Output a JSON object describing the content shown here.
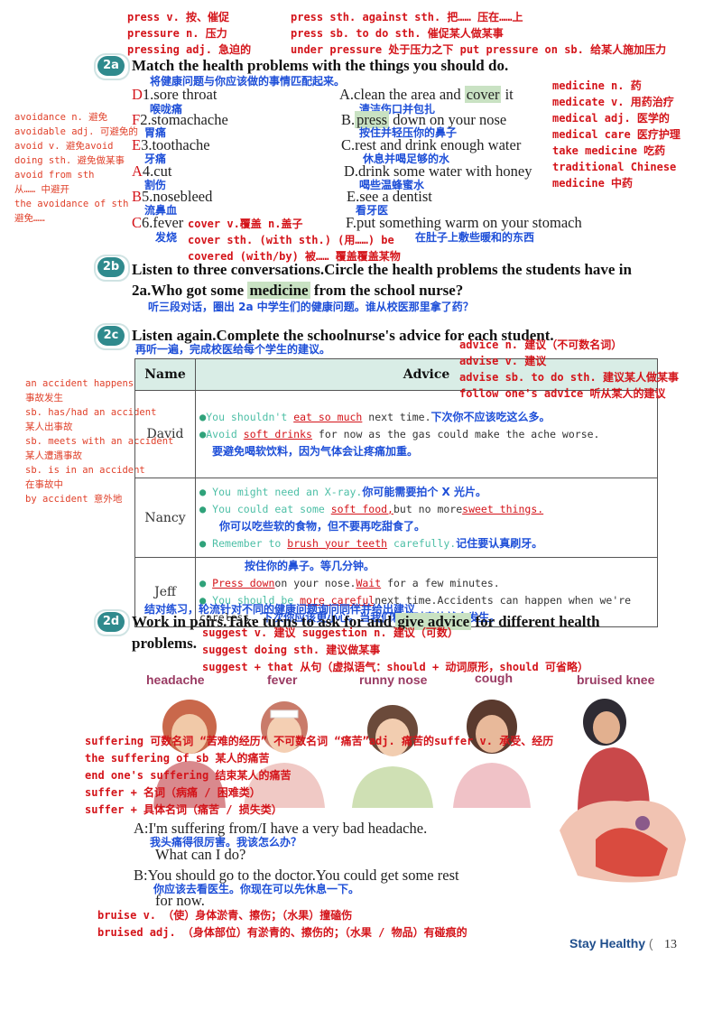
{
  "top_notes": {
    "left": [
      "press v. 按、催促",
      "pressure n. 压力",
      "pressing adj. 急迫的"
    ],
    "right": [
      "press sth. against sth. 把…… 压在……上",
      "press sb. to do sth. 催促某人做某事",
      "under pressure 处于压力之下 put pressure on sb. 给某人施加压力"
    ]
  },
  "sec2a": {
    "badge": "2a",
    "title": "Match the health problems with the things you should do.",
    "title_cn": "将健康问题与你应该做的事情匹配起来。",
    "problems": [
      {
        "answer": "D",
        "text": "1.sore throat",
        "cn": "喉咙痛"
      },
      {
        "answer": "F",
        "text": "2.stomachache",
        "cn": "胃痛"
      },
      {
        "answer": "E",
        "text": "3.toothache",
        "cn": "牙痛"
      },
      {
        "answer": "A",
        "text": "4.cut",
        "cn": "割伤"
      },
      {
        "answer": "B",
        "text": "5.nosebleed",
        "cn": "流鼻血"
      },
      {
        "answer": "C",
        "text": "6.fever",
        "cn": "发烧"
      }
    ],
    "actions": [
      {
        "pre": "A.clean the area and ",
        "hl": "cover",
        "post": " it",
        "cn": "清洁伤口并包扎"
      },
      {
        "pre": "B.",
        "hl": "press",
        "post": " down on your nose",
        "cn": "按住并轻压你的鼻子"
      },
      {
        "pre": "C.rest and drink enough water",
        "hl": "",
        "post": "",
        "cn": "休息并喝足够的水"
      },
      {
        "pre": "D.drink some water with honey",
        "hl": "",
        "post": "",
        "cn": "喝些温蜂蜜水"
      },
      {
        "pre": "E.see a dentist",
        "hl": "",
        "post": "",
        "cn": "看牙医"
      },
      {
        "pre": "F.put something warm on your stomach",
        "hl": "",
        "post": "",
        "cn": "在肚子上敷些暖和的东西"
      }
    ],
    "left_notes": [
      "avoidance n. 避免",
      "avoidable adj. 可避免的",
      "avoid v. 避免avoid",
      "doing sth. 避免做某事",
      "avoid from sth",
      "从…… 中避开",
      "the avoidance of sth",
      "避免……"
    ],
    "right_notes": [
      "medicine n. 药",
      "medicate v. 用药治疗",
      "medical adj. 医学的",
      "medical care 医疗护理",
      "take medicine 吃药",
      "traditional Chinese",
      "medicine 中药"
    ],
    "cover_notes": [
      "cover v.覆盖 n.盖子",
      "cover sth. (with sth.) (用……) be",
      "covered (with/by) 被…… 覆盖覆盖某物"
    ]
  },
  "sec2b": {
    "badge": "2b",
    "title_pre": "Listen to three conversations.Circle the health problems the students have in 2a.Who got some ",
    "title_hl": "medicine",
    "title_post": " from the school nurse?",
    "title_cn": "听三段对话，圈出 2a 中学生们的健康问题。谁从校医那里拿了药？"
  },
  "sec2c": {
    "badge": "2c",
    "title": "Listen again.Complete the schoolnurse's advice for each student.",
    "title_cn": "再听一遍，完成校医给每个学生的建议。",
    "advice_notes": [
      "advice n. 建议（不可数名词）",
      "advise v. 建议",
      "advise sb. to do sth. 建议某人做某事",
      "follow one's advice 听从某人的建议"
    ],
    "accident_notes": [
      "an accident happens",
      "事故发生",
      "sb. has/had an accident",
      "某人出事故",
      "sb. meets with an accident",
      "某人遭遇事故",
      "sb. is in an accident",
      "在事故中",
      "by accident 意外地"
    ],
    "table": {
      "col_name": "Name",
      "col_advice": "Advice",
      "rows": [
        {
          "name": "David",
          "l1a": "You shouldn't",
          "l1ans": "eat so much",
          "l1b": "next time.",
          "l1cn": "下次你不应该吃这么多。",
          "l2a": "Avoid",
          "l2ans": "soft drinks",
          "l2b": "for now as the gas could make the ache worse.",
          "l2cn": "要避免喝软饮料，因为气体会让疼痛加重。"
        },
        {
          "name": "Nancy",
          "l1a": "You might need an X-ray.",
          "l1cn": "你可能需要拍个 X 光片。",
          "l2a": "You could eat some",
          "l2ans": "soft food,",
          "l2b": "but no more",
          "l2ans2": "sweet things.",
          "l2cn": "你可以吃些软的食物，但不要再吃甜食了。",
          "l3a": "Remember to",
          "l3ans": "brush your teeth",
          "l3b": "carefully.",
          "l3cn": "记住要认真刷牙。"
        },
        {
          "name": "Jeff",
          "l0cn": "按住你的鼻子。等几分钟。",
          "l1ans": "Press down",
          "l1a": "on your nose.",
          "l1ans2": "Wait",
          "l1b": "for a few minutes.",
          "l2a": "You should be",
          "l2ans": "more careful",
          "l2b": "next time.Accidents can happen when we're",
          "l3a": "careless.",
          "l3cn": "下次你应该更小心。当我们粗心时意外就会发生。"
        }
      ]
    }
  },
  "sec2d": {
    "badge": "2d",
    "title_cn": "结对练习，轮流针对不同的健康问题询问同伴并给出建议",
    "title_pre": "Work in pairs.Take turns to ask for and ",
    "title_hl": "give advice",
    "title_post": " for different health",
    "title_line2": "problems.",
    "suggest_notes": [
      "suggest v. 建议 suggestion n. 建议（可数）",
      "suggest doing sth. 建议做某事",
      "suggest + that 从句（虚拟语气：should + 动词原形，should 可省略）"
    ],
    "problems": [
      "headache",
      "fever",
      "runny nose",
      "cough",
      "bruised knee"
    ],
    "suffer_notes": [
      "suffering 可数名词 “苦难的经历” 不可数名词 “痛苦”adj. 痛苦的suffer v. 承受、经历",
      "the suffering of sb 某人的痛苦",
      "end one's suffering 结束某人的痛苦",
      "suffer + 名词（病痛 / 困难类）",
      "suffer + 具体名词（痛苦 / 损失类）"
    ],
    "dialog": [
      {
        "line": "A:I'm suffering from/I have a very bad headache.",
        "cn": "我头痛得很厉害。我该怎么办？",
        "line2": "What can I do?"
      },
      {
        "line": "B:You should go to the doctor.You could get some rest",
        "cn": "你应该去看医生。你现在可以先休息一下。",
        "line2": "for now."
      }
    ],
    "bruise_notes": [
      "bruise v. （使）身体淤青、擦伤；（水果）撞磕伤",
      "bruised adj. （身体部位）有淤青的、擦伤的；（水果 / 物品）有碰痕的"
    ]
  },
  "footer": {
    "unit": "Stay Healthy",
    "page": "13"
  }
}
